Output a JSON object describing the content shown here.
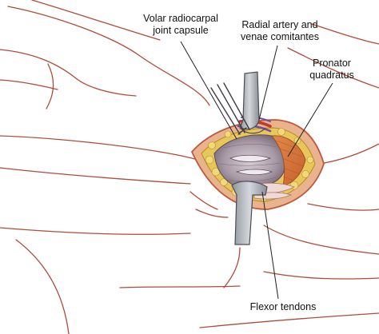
{
  "labels": {
    "capsule": {
      "line1": "Volar radiocarpal",
      "line2": "joint capsule"
    },
    "radial": {
      "line1": "Radial artery and",
      "line2": "venae comitantes"
    },
    "pronator": {
      "line1": "Pronator",
      "line2": "quadratus"
    },
    "flexor": {
      "line1": "Flexor tendons"
    }
  },
  "colors": {
    "outline": "#b14a3a",
    "skin_edge": "#c0573f",
    "fat": "#e8c75a",
    "muscle": "#d9773f",
    "capsule": "#9b8e9a",
    "retractor": "#a9adb3",
    "leader": "#222222"
  }
}
